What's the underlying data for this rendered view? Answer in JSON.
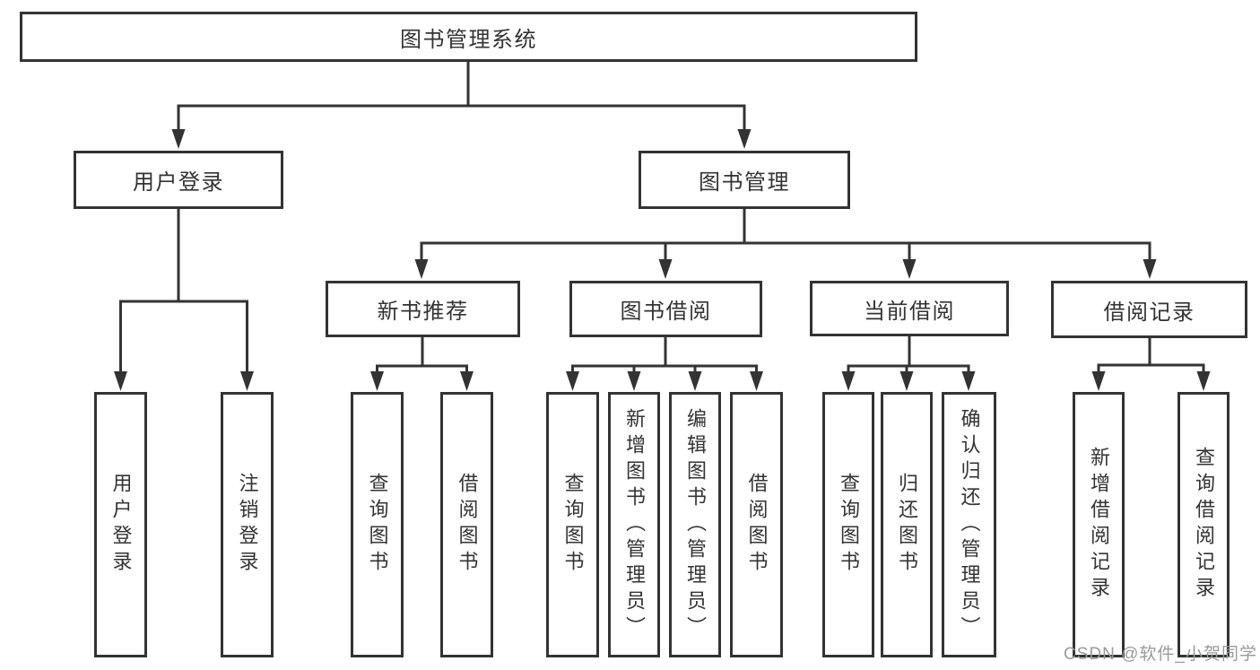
{
  "diagram_title": "图书管理系统",
  "tree": {
    "root": {
      "label": "图书管理系统"
    },
    "children": [
      {
        "label": "用户登录",
        "children": [
          {
            "label": "用户登录"
          },
          {
            "label": "注销登录"
          }
        ]
      },
      {
        "label": "图书管理",
        "children": [
          {
            "label": "新书推荐",
            "children": [
              {
                "label": "查询图书"
              },
              {
                "label": "借阅图书"
              }
            ]
          },
          {
            "label": "图书借阅",
            "children": [
              {
                "label": "查询图书"
              },
              {
                "label": "新增图书（管理员）"
              },
              {
                "label": "编辑图书（管理员）"
              },
              {
                "label": "借阅图书"
              }
            ]
          },
          {
            "label": "当前借阅",
            "children": [
              {
                "label": "查询图书"
              },
              {
                "label": "归还图书"
              },
              {
                "label": "确认归还（管理员）"
              }
            ]
          },
          {
            "label": "借阅记录",
            "children": [
              {
                "label": "新增借阅记录"
              },
              {
                "label": "查询借阅记录"
              }
            ]
          }
        ]
      }
    ]
  },
  "watermark": {
    "text": "CSDN @软件_小贺同学"
  },
  "colors": {
    "line": "#333333",
    "box_border": "#333333",
    "text": "#333333",
    "watermark": "#9a9a9a",
    "background": "#ffffff"
  }
}
